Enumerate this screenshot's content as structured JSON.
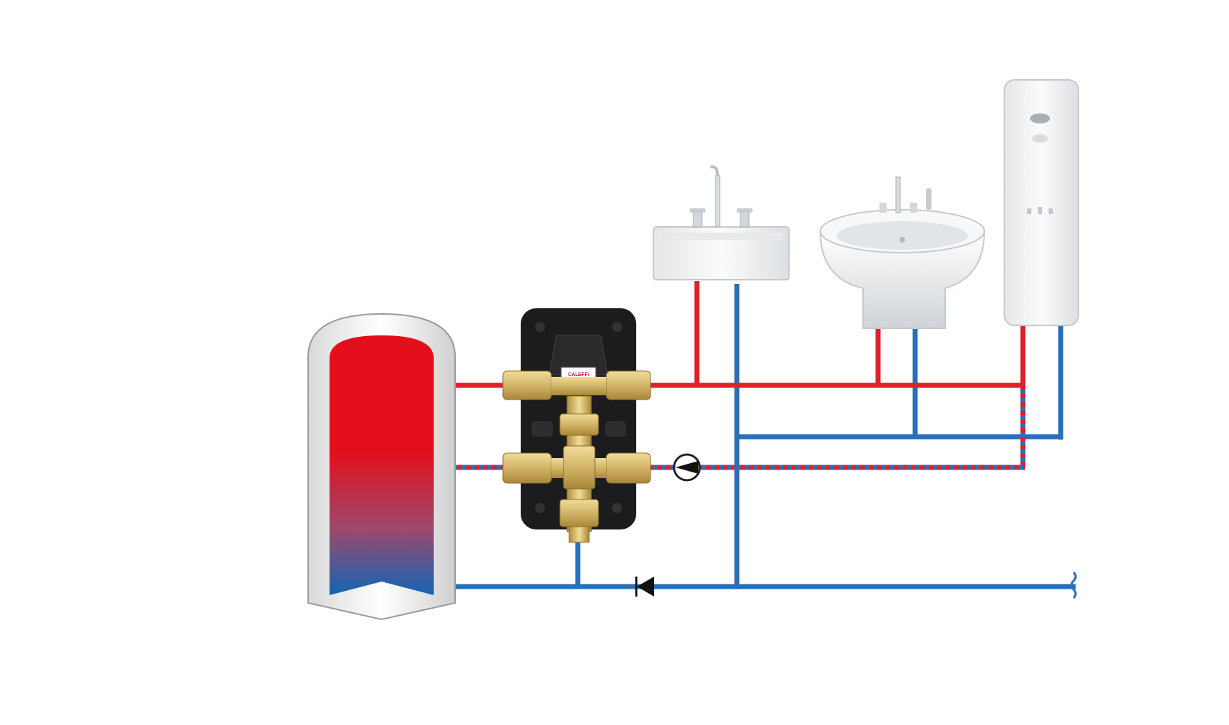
{
  "diagram": {
    "kind": "domestic hot water circulation schematic",
    "logo_text": "CALEFFI",
    "colors": {
      "background": "#ffffff",
      "hot_pipe": "#e0202a",
      "cold_pipe": "#2a6fb6",
      "tank_top": "#e3101c",
      "tank_bottom": "#1464b4",
      "insulation": "#1c1c1e",
      "brass": "#d2b468",
      "fixture": "#f2f3f4"
    },
    "components": [
      {
        "id": "storage-tank",
        "icon": "hot-water-cylinder"
      },
      {
        "id": "mixing-valve-station",
        "icon": "thermostatic-mixing-valve"
      },
      {
        "id": "circulation-pump",
        "icon": "pump-symbol"
      },
      {
        "id": "check-valve",
        "icon": "check-valve-symbol"
      },
      {
        "id": "wash-basin",
        "icon": "rectangular-sink"
      },
      {
        "id": "round-basin",
        "icon": "bowl-sink"
      },
      {
        "id": "shower",
        "icon": "shower-panel"
      }
    ]
  }
}
